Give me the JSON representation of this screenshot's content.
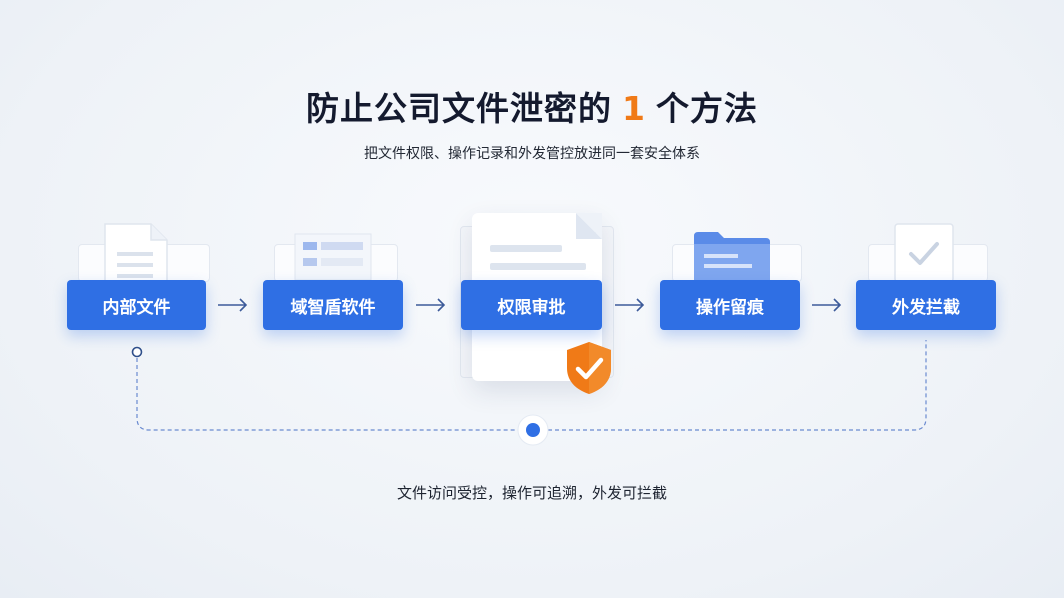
{
  "title": {
    "prefix": "防止公司文件泄密的",
    "number": "1",
    "suffix": "个方法"
  },
  "subtitle": "把文件权限、操作记录和外发管控放进同一套安全体系",
  "steps": [
    "内部文件",
    "域智盾软件",
    "权限审批",
    "操作留痕",
    "外发拦截"
  ],
  "icons": [
    "document-icon",
    "list-window-icon",
    "document-icon",
    "folder-icon",
    "checkmark-document-icon",
    "shield-check-icon"
  ],
  "caption": "文件访问受控，操作可追溯，外发可拦截",
  "colors": {
    "step_blue": "#2f6fe4",
    "accent_orange": "#f07a17",
    "connector": "#5a7fd0"
  }
}
